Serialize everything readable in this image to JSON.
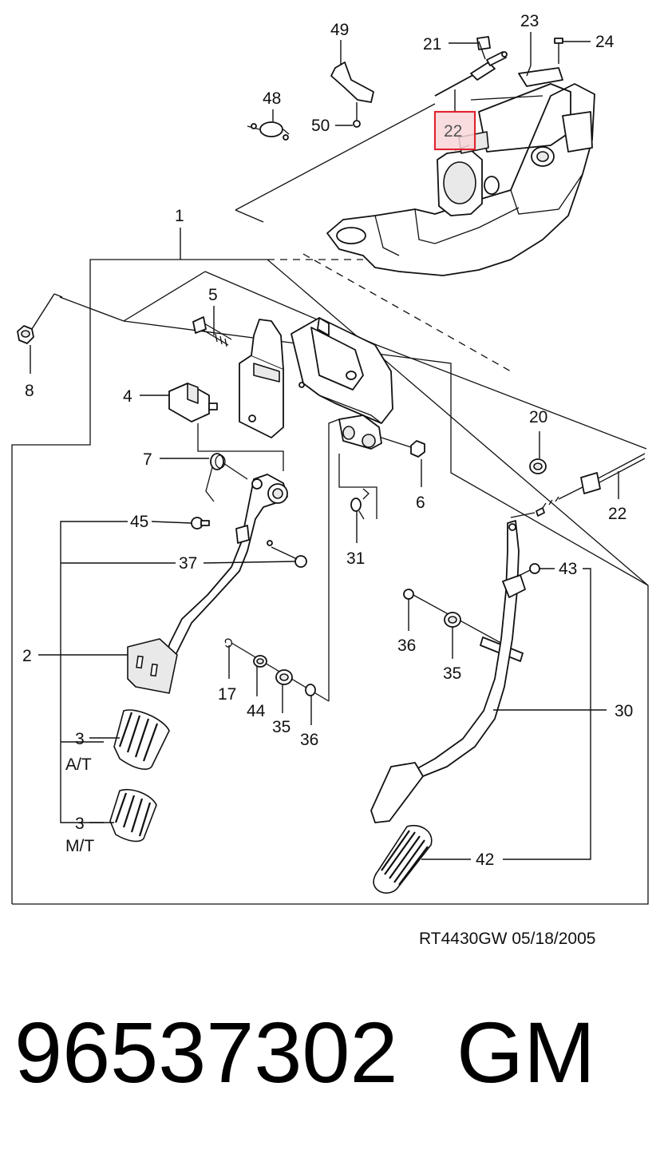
{
  "diagram": {
    "reference": "RT4430GW  05/18/2005",
    "callouts": {
      "c1": "1",
      "c2": "2",
      "c3_at": "3",
      "c3_mt": "3",
      "c4": "4",
      "c5": "5",
      "c6": "6",
      "c7": "7",
      "c8": "8",
      "c17": "17",
      "c20": "20",
      "c21": "21",
      "c22_highlight": "22",
      "c22_lower": "22",
      "c23": "23",
      "c24": "24",
      "c30": "30",
      "c31": "31",
      "c35_left": "35",
      "c35_right": "35",
      "c36_left": "36",
      "c36_right": "36",
      "c37": "37",
      "c42": "42",
      "c43": "43",
      "c44": "44",
      "c45": "45",
      "c48": "48",
      "c49": "49",
      "c50": "50"
    },
    "variant_labels": {
      "at": "A/T",
      "mt": "M/T"
    },
    "highlight_color": "#e0222e"
  },
  "caption": {
    "part_number": "96537302",
    "brand": "GM"
  }
}
